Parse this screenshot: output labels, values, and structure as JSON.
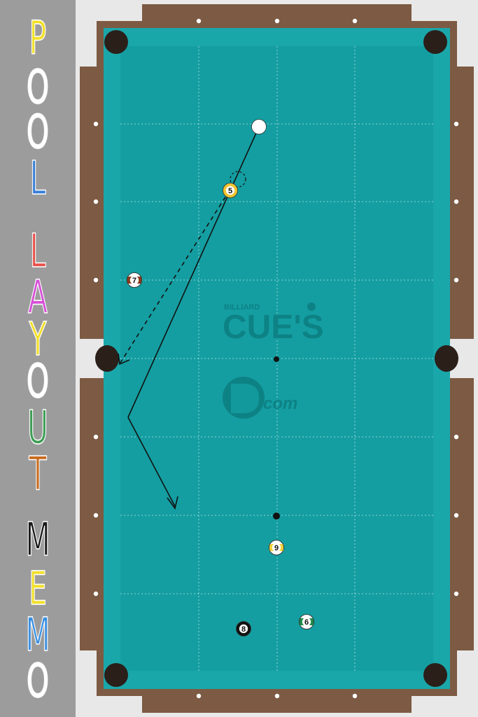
{
  "sidebar": {
    "title_letters": [
      {
        "char": "P",
        "color": "#f2e02a"
      },
      {
        "char": "O",
        "color": "#ffffff"
      },
      {
        "char": "O",
        "color": "#ffffff"
      },
      {
        "char": "L",
        "color": "#3a7fd8"
      },
      {
        "char": "L",
        "color": "#e8504a"
      },
      {
        "char": "A",
        "color": "#d64fd6"
      },
      {
        "char": "Y",
        "color": "#f2e02a"
      },
      {
        "char": "O",
        "color": "#ffffff"
      },
      {
        "char": "U",
        "color": "#3f9d55"
      },
      {
        "char": "T",
        "color": "#c86a1e"
      },
      {
        "char": "M",
        "color": "#1a1a1a"
      },
      {
        "char": "E",
        "color": "#f2e02a"
      },
      {
        "char": "M",
        "color": "#3a8fe0"
      },
      {
        "char": "O",
        "color": "#ffffff"
      }
    ]
  },
  "table": {
    "felt_color": "#149ea1",
    "rail_color": "#7d5a43",
    "cushion_color": "#1aa7aa",
    "logo": {
      "small": "BILLIARD",
      "big": "CUE'S",
      "sub": "com"
    },
    "balls": [
      {
        "number": "5",
        "color": "#f2c431",
        "stripe": false
      },
      {
        "number": "7",
        "color": "#8a3a1a",
        "stripe": true
      },
      {
        "number": "9",
        "color": "#f2d23a",
        "stripe": true
      },
      {
        "number": "8",
        "color": "#111111",
        "stripe": false
      },
      {
        "number": "6",
        "color": "#1f8a4a",
        "stripe": true
      }
    ],
    "cue_ball": {
      "color": "#ffffff"
    }
  }
}
